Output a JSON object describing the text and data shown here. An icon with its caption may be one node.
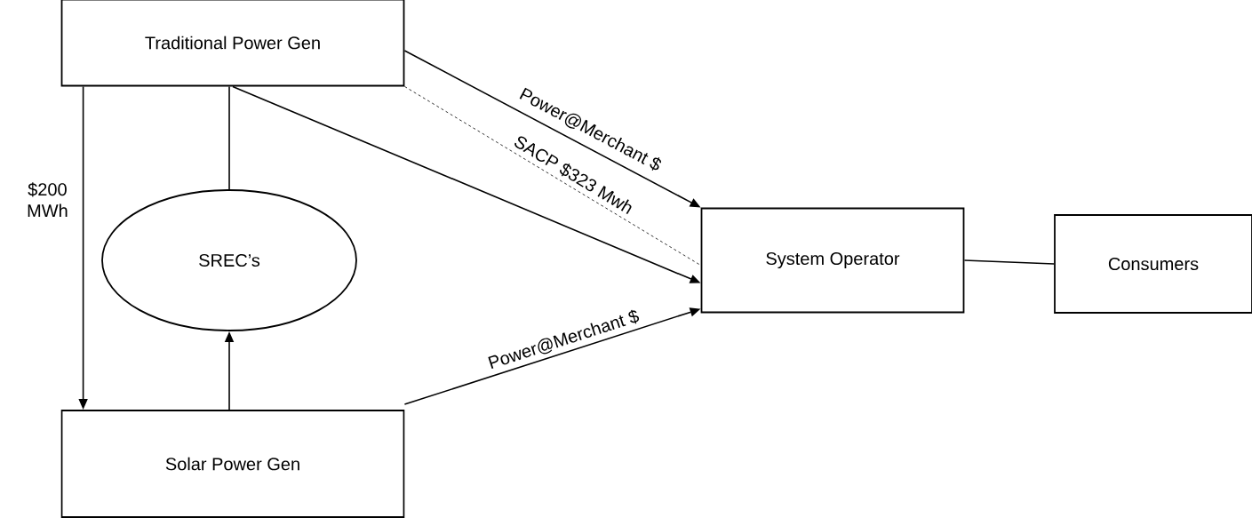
{
  "diagram": {
    "nodes": [
      {
        "text": [
          "Traditional Power Gen"
        ]
      },
      {
        "text": [
          "SREC’s"
        ]
      },
      {
        "text": [
          "Solar Power Gen"
        ]
      },
      {
        "text": [
          "System Operator"
        ]
      },
      {
        "text": [
          "Consumers"
        ]
      }
    ],
    "edges": [
      {
        "from": 0,
        "to": 3,
        "arrow": "to",
        "label": "Power@Merchant $"
      },
      {
        "from": 0,
        "to": 3,
        "arrow": "none",
        "style": "dashed",
        "label": "SACP $323 Mwh"
      },
      {
        "from": 0,
        "to": 3,
        "arrow": "to"
      },
      {
        "from": 0,
        "to": 2,
        "arrow": "to",
        "label": "$200 MWh"
      },
      {
        "from": 1,
        "to": 0,
        "arrow": "none"
      },
      {
        "from": 2,
        "to": 1,
        "arrow": "to"
      },
      {
        "from": 2,
        "to": 3,
        "arrow": "to",
        "label": "Power@Merchant $"
      },
      {
        "from": 3,
        "to": 4,
        "arrow": "none"
      }
    ]
  }
}
